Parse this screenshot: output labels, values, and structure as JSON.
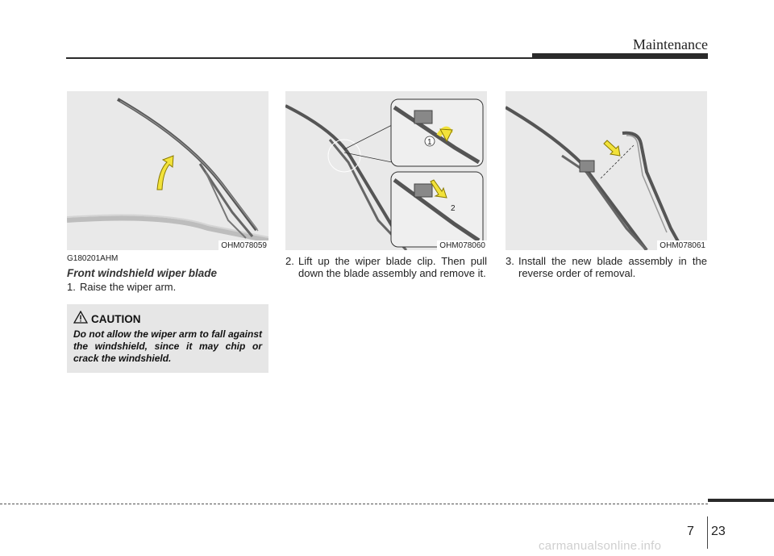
{
  "header": {
    "title": "Maintenance"
  },
  "figures": [
    {
      "code": "OHM078059"
    },
    {
      "code": "OHM078060",
      "callout_1": "1",
      "callout_2": "2"
    },
    {
      "code": "OHM078061"
    }
  ],
  "section": {
    "code": "G180201AHM",
    "title": "Front windshield wiper blade"
  },
  "steps": [
    {
      "num": "1.",
      "text": "Raise the wiper arm."
    },
    {
      "num": "2.",
      "text": "Lift up the wiper blade clip. Then pull down the blade assembly and remove it."
    },
    {
      "num": "3.",
      "text": "Install the new blade assembly in the reverse order of removal."
    }
  ],
  "caution": {
    "title": "CAUTION",
    "text": "Do not allow the wiper arm to fall against the windshield, since it may chip or crack the windshield."
  },
  "footer": {
    "chapter": "7",
    "page": "23",
    "watermark": "carmanualsonline.info"
  },
  "colors": {
    "arrow_fill": "#f2e23a",
    "arrow_stroke": "#8a7a00",
    "figure_bg": "#e9e9e9",
    "rule": "#2a2a2a"
  }
}
